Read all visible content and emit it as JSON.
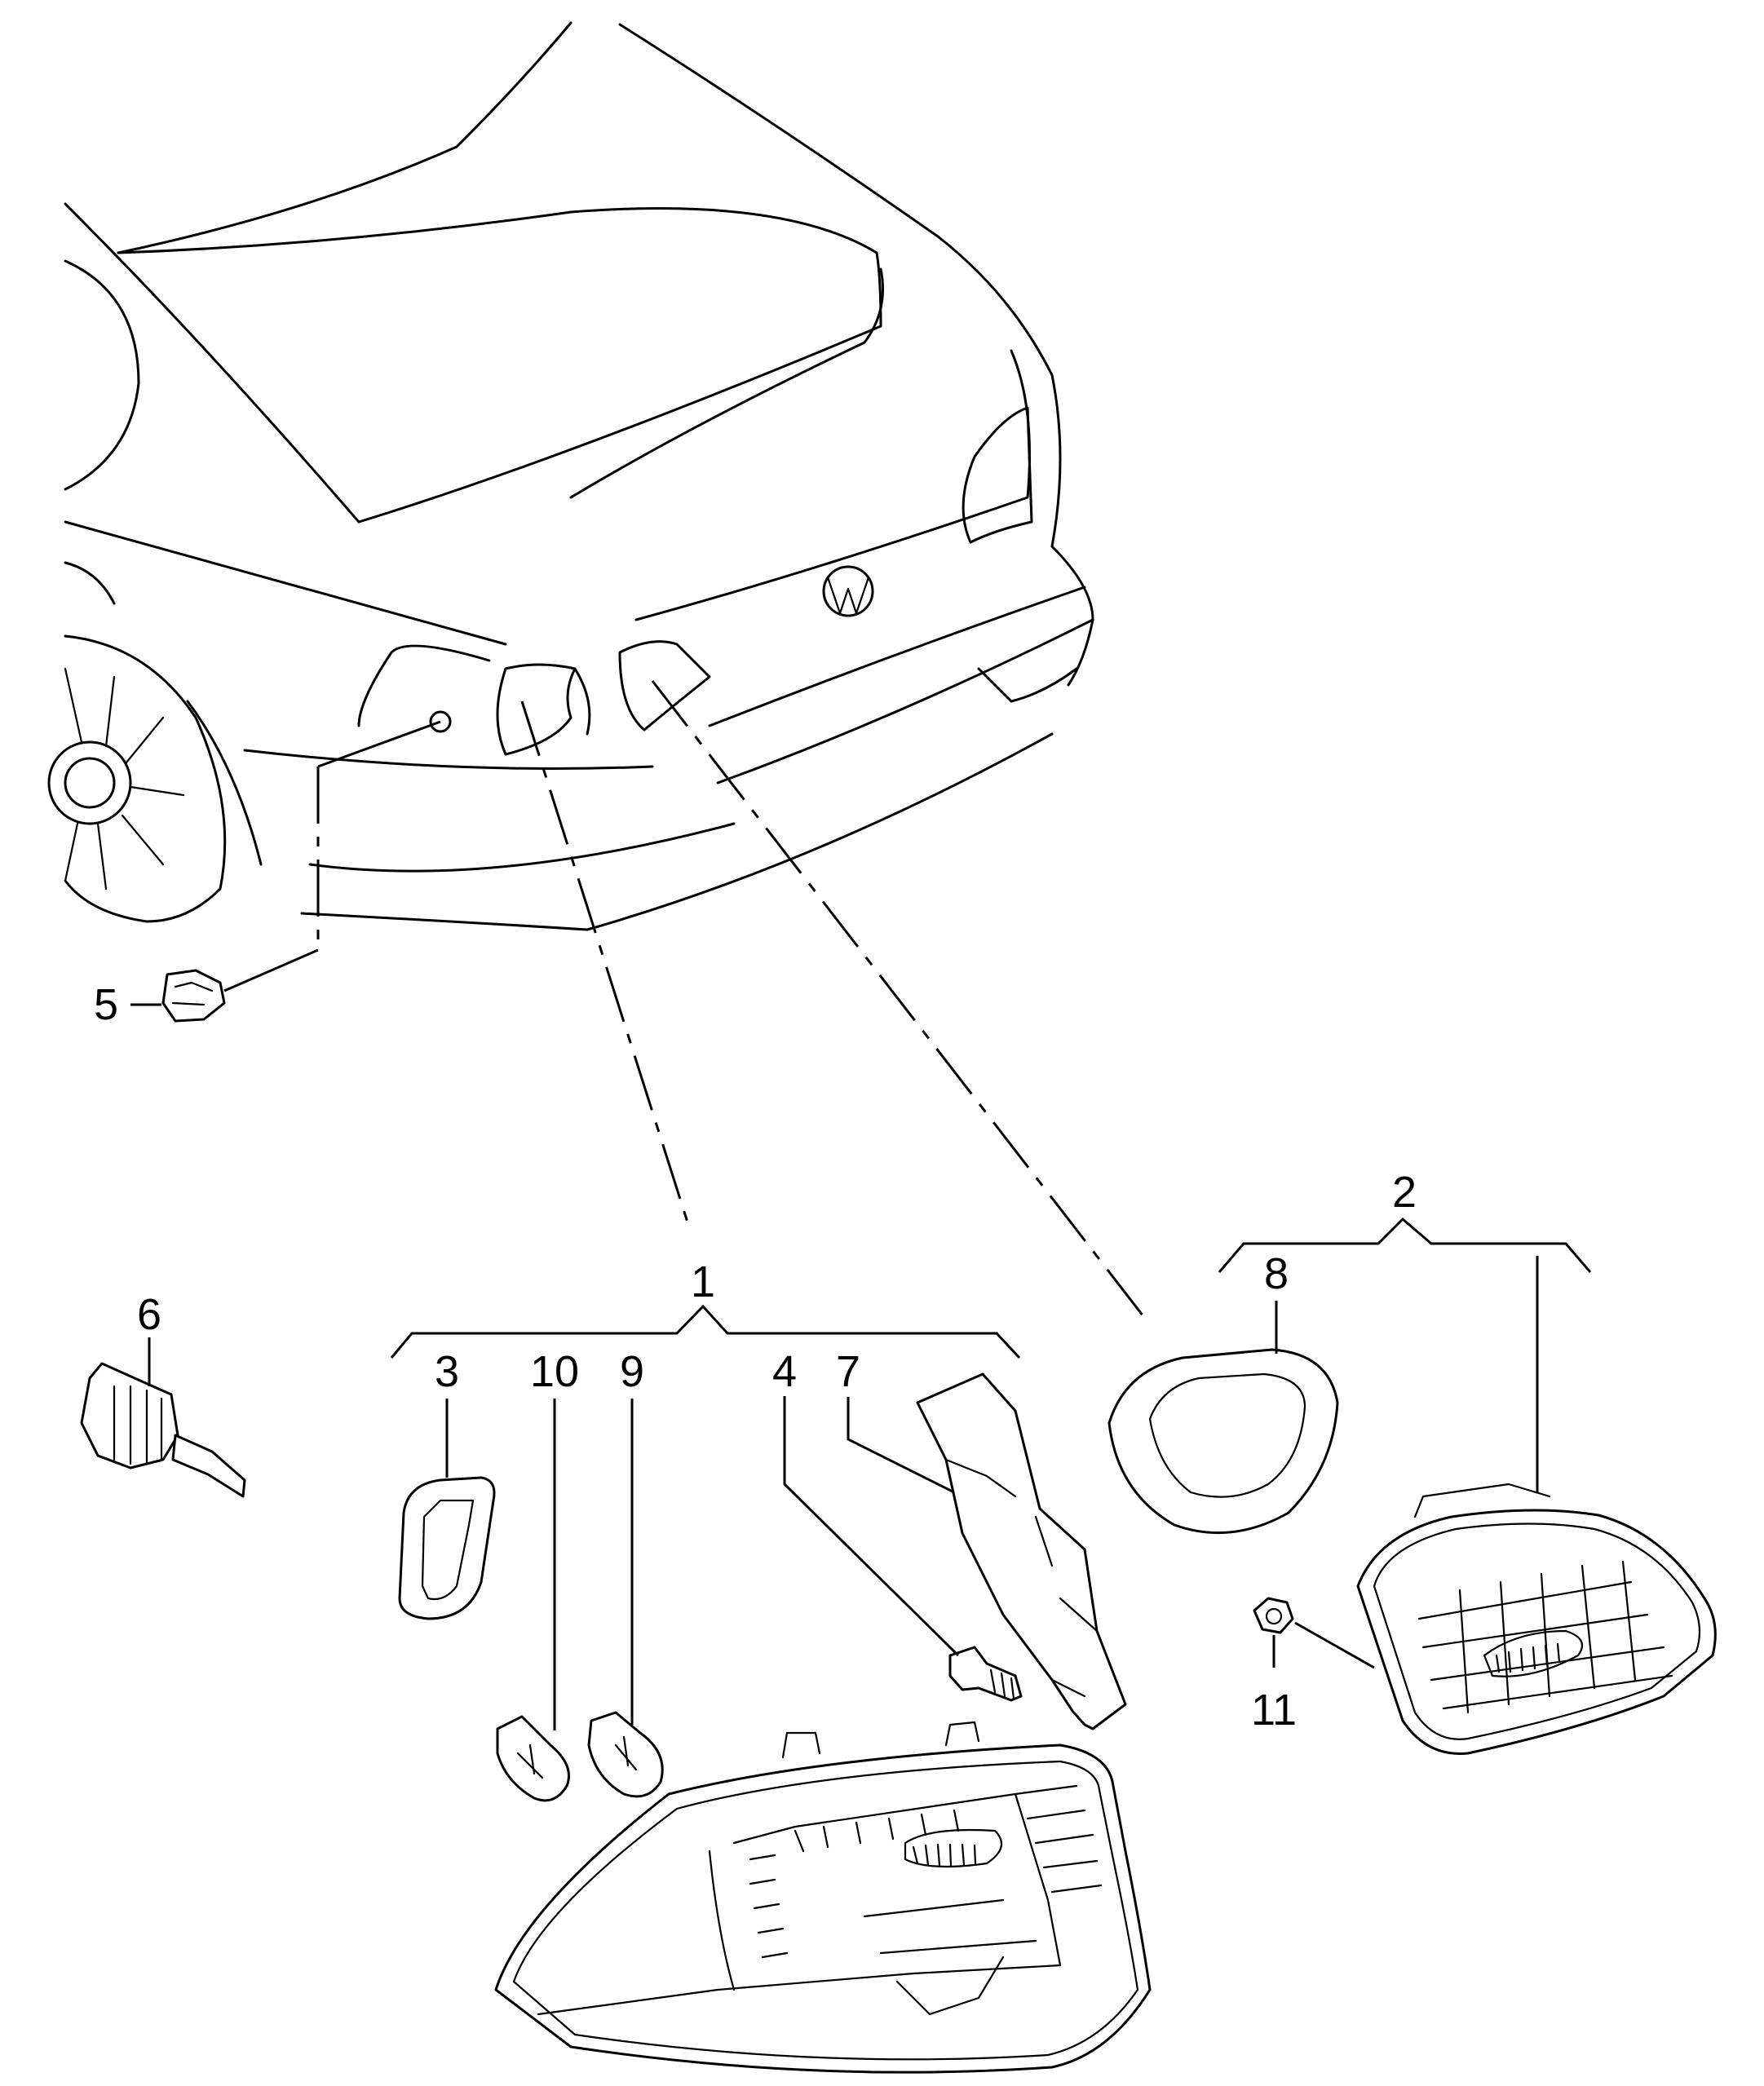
{
  "callouts": {
    "c1": "1",
    "c2": "2",
    "c3": "3",
    "c4": "4",
    "c5": "5",
    "c6": "6",
    "c7": "7",
    "c8": "8",
    "c9": "9",
    "c10": "10",
    "c11": "11"
  },
  "parts": [
    "rear-light-outer-assembly",
    "rear-light-inner-assembly",
    "seal",
    "screw",
    "clip",
    "socket-with-wire",
    "cover",
    "gasket",
    "bulb",
    "bulb",
    "nut"
  ],
  "colors": {
    "line": "#000000",
    "background": "#ffffff"
  }
}
